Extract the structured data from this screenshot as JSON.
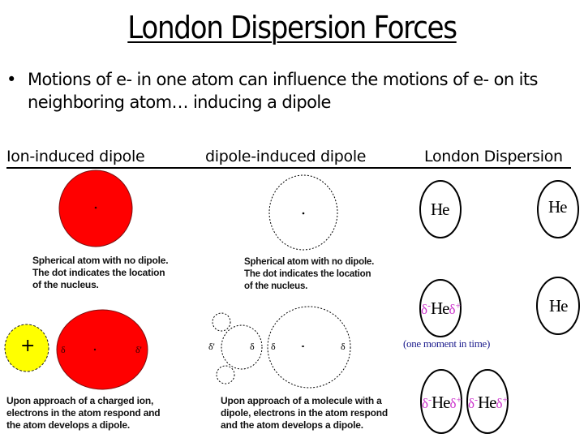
{
  "slide": {
    "title": "London Dispersion Forces",
    "bullet_symbol": "•",
    "bullet_text": "Motions of e- in one atom can influence the motions of e- on its neighboring atom… inducing a dipole",
    "headers": [
      "Ion-induced dipole",
      "dipole-induced dipole",
      "London Dispersion"
    ]
  },
  "ion_induced": {
    "caption_top": [
      "Spherical atom with no dipole.",
      "The dot indicates the location",
      "of the nucleus."
    ],
    "ion_symbol": "+",
    "delta_left": "δ",
    "delta_right": "δ'",
    "caption_bottom": [
      "Upon approach of a charged ion,",
      "electrons in the atom respond and",
      "the atom develops a dipole."
    ],
    "colors": {
      "atom": "#ff0000",
      "ion": "#ffff00"
    }
  },
  "dipole_induced": {
    "caption_top": [
      "Spherical atom with no dipole.",
      "The dot indicates the location",
      "of the nucleus."
    ],
    "delta_mol_left": "δ'",
    "delta_mol_right": "δ",
    "delta_atom_left": "δ",
    "delta_atom_right": "δ",
    "caption_bottom": [
      "Upon approach of a molecule with a",
      "dipole, electrons in the atom respond",
      "and the atom develops a dipole."
    ]
  },
  "london": {
    "he": "He",
    "delta_minus": "δ",
    "minus": "-",
    "delta_plus": "δ",
    "plus": "+",
    "moment_caption": "(one moment in time)",
    "colors": {
      "delta": "#cc33cc",
      "caption": "#1a1a8c"
    }
  }
}
